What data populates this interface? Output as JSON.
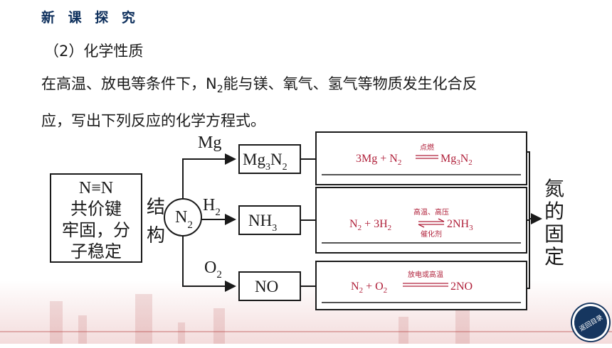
{
  "header": {
    "section_title": "新 课 探 究"
  },
  "content": {
    "subtitle": "（2）化学性质",
    "paragraph_line1_prefix": "在高温、放电等条件下，N",
    "paragraph_line1_sub": "2",
    "paragraph_line1_suffix": "能与镁、氧气、氢气等物质发生化合反",
    "paragraph_line2": "应，写出下列反应的化学方程式。"
  },
  "diagram": {
    "structure_box": {
      "line1": "N≡N",
      "line2": "共价键",
      "line3": "牢固，分",
      "line4": "子稳定"
    },
    "jiegou": [
      "结",
      "构"
    ],
    "center": {
      "base": "N",
      "sub": "2"
    },
    "reactant_mg": "Mg",
    "reactant_h2": {
      "base": "H",
      "sub": "2"
    },
    "reactant_o2": {
      "base": "O",
      "sub": "2"
    },
    "product_mg3n2": {
      "a": "Mg",
      "a_sub": "3",
      "b": "N",
      "b_sub": "2"
    },
    "product_nh3": {
      "base": "NH",
      "sub": "3"
    },
    "product_no": "NO",
    "eq1": {
      "left": "3Mg + N",
      "left_sub": "2",
      "condition": "点燃",
      "right": "Mg",
      "right_sub1": "3",
      "right_mid": "N",
      "right_sub2": "2"
    },
    "eq2": {
      "left": "N",
      "left_sub": "2",
      "left_mid": " + 3H",
      "left_sub2": "2",
      "cond_top": "高温、高压",
      "cond_bottom": "催化剂",
      "right": "2NH",
      "right_sub": "3"
    },
    "eq3": {
      "left": "N",
      "left_sub": "2",
      "left_mid": " + O",
      "left_sub2": "2",
      "condition": "放电或高温",
      "right": "2NO"
    },
    "result_label": [
      "氮",
      "的",
      "固",
      "定"
    ]
  },
  "footer": {
    "back_button_label": "返回目录"
  },
  "colors": {
    "title": "#0d2f5c",
    "equation": "#b0203a",
    "back_button": "#16365f"
  }
}
